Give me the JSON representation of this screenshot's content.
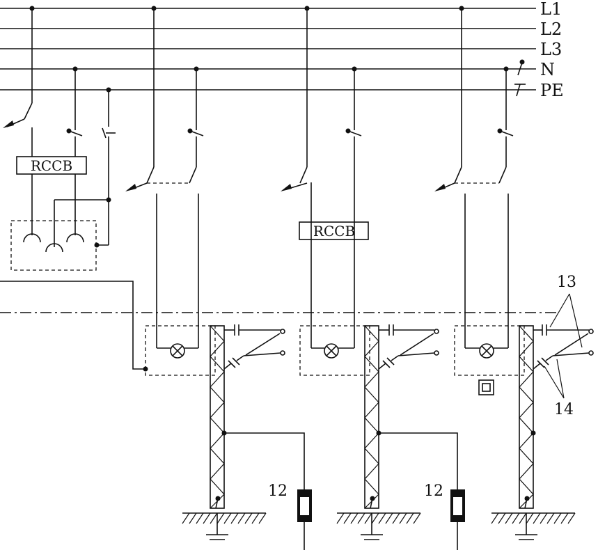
{
  "buses": [
    {
      "id": "l1",
      "label": "L1"
    },
    {
      "id": "l2",
      "label": "L2"
    },
    {
      "id": "l3",
      "label": "L3"
    },
    {
      "id": "n",
      "label": "N"
    },
    {
      "id": "pe",
      "label": "PE"
    }
  ],
  "devices": {
    "rccb_left": "RCCB",
    "rccb_middle": "RCCB"
  },
  "callouts": {
    "ref_12_a": "12",
    "ref_12_b": "12",
    "ref_13": "13",
    "ref_14": "14"
  }
}
